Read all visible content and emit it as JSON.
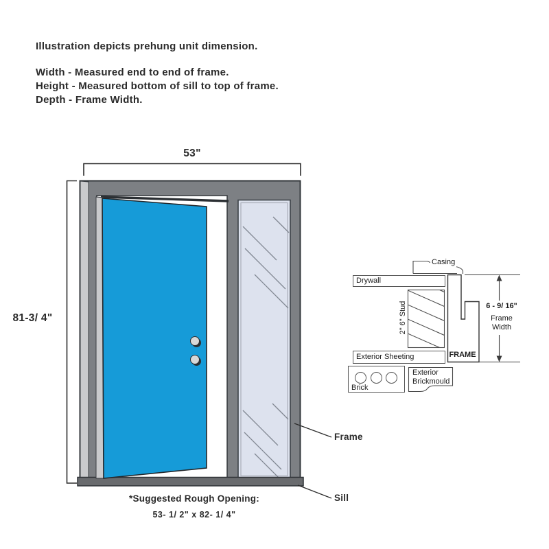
{
  "intro": {
    "title": "Illustration depicts prehung unit dimension.",
    "width_def": "Width - Measured end to end of frame.",
    "height_def": "Height - Measured bottom of sill to top of frame.",
    "depth_def": "Depth - Frame Width."
  },
  "door_unit": {
    "width_dim": "53\"",
    "height_dim": "81-3/ 4\"",
    "frame_label": "Frame",
    "sill_label": "Sill",
    "rough_opening_title": "*Suggested Rough Opening:",
    "rough_opening_value": "53- 1/ 2\" x 82- 1/ 4\""
  },
  "cross_section": {
    "casing_label": "Casing",
    "drywall_label": "Drywall",
    "stud_label": "2\" 6\" Stud",
    "exterior_sheeting_label": "Exterior Sheeting",
    "frame_label": "FRAME",
    "brick_label": "Brick",
    "brickmould_line1": "Exterior",
    "brickmould_line2": "Brickmould",
    "frame_width_dim": "6 - 9/ 16\"",
    "frame_width_label_line1": "Frame",
    "frame_width_label_line2": "Width"
  },
  "colors": {
    "door_blue": "#169bd8",
    "frame_gray": "#7d8084",
    "sill_gray": "#696b6e",
    "glass_blue": "#dde2ee",
    "edge_light": "#c9cacc"
  }
}
